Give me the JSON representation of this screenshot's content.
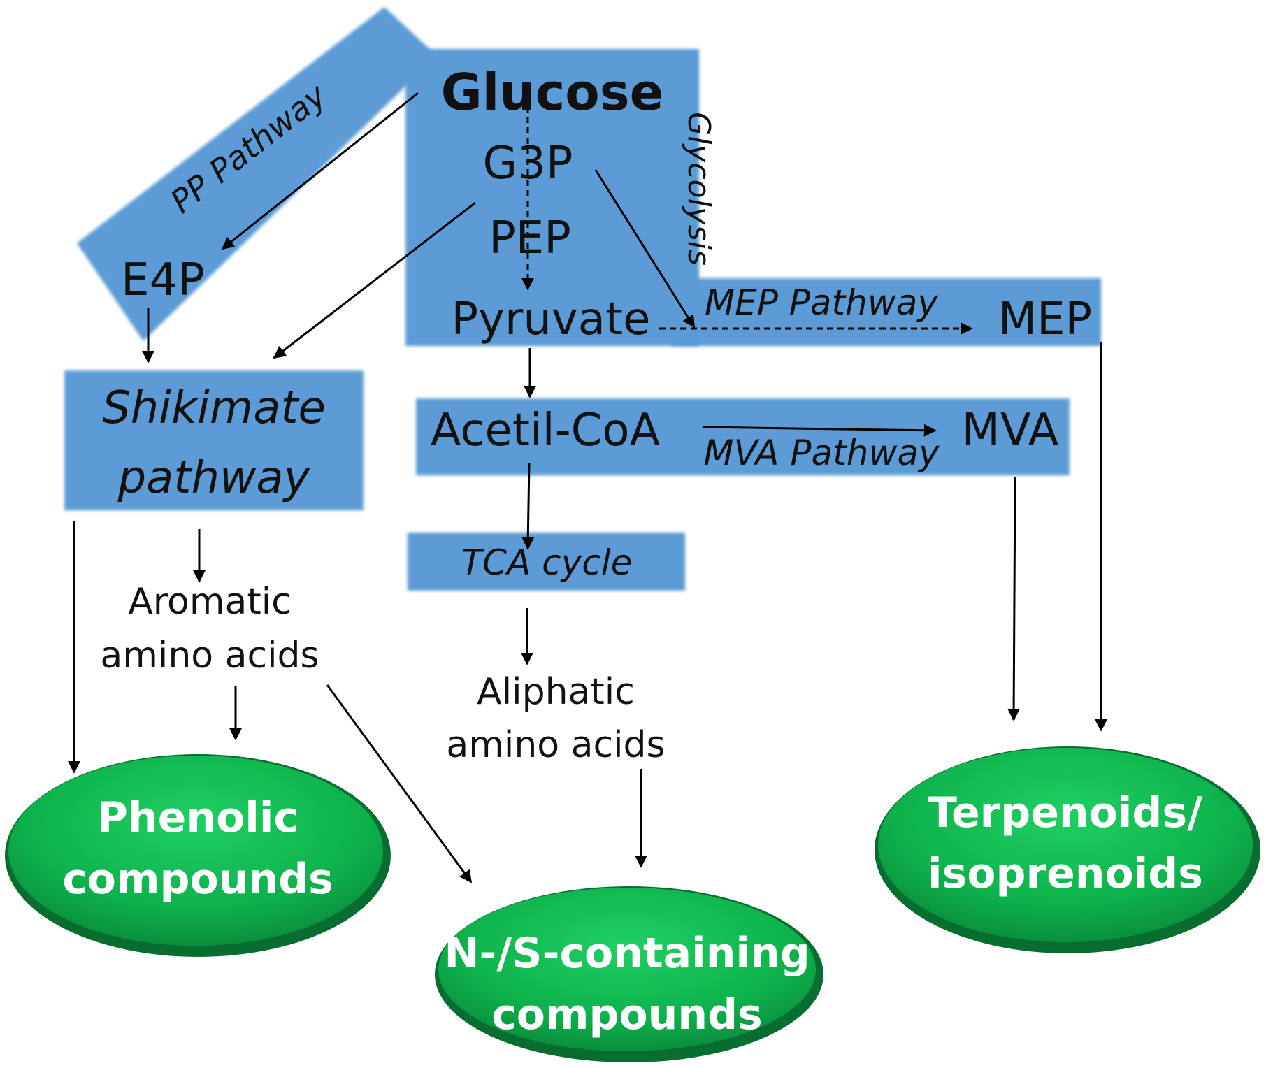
{
  "diagram": {
    "colors": {
      "pathway_block": "#5b9bd5",
      "product_ellipse": "#0db14b",
      "product_ellipse_edge": "#086e30",
      "arrow": "#000000"
    },
    "metabolites": {
      "glucose": "Glucose",
      "g3p": "G3P",
      "pep": "PEP",
      "pyruvate": "Pyruvate",
      "e4p": "E4P",
      "mep": "MEP",
      "acetyl_coa": "Acetil-CoA",
      "mva": "MVA"
    },
    "pathways": {
      "pp": "PP Pathway",
      "glycolysis": "Glycolysis",
      "mep": "MEP Pathway",
      "mva": "MVA Pathway",
      "shikimate_line1": "Shikimate",
      "shikimate_line2": "pathway",
      "tca": "TCA cycle"
    },
    "intermediates": {
      "aromatic_line1": "Aromatic",
      "aromatic_line2": "amino acids",
      "aliphatic_line1": "Aliphatic",
      "aliphatic_line2": "amino acids"
    },
    "products": {
      "phenolic_line1": "Phenolic",
      "phenolic_line2": "compounds",
      "ns_line1": "N-/S-containing",
      "ns_line2": "compounds",
      "terpenoid_line1": "Terpenoids/",
      "terpenoid_line2": "isoprenoids"
    }
  }
}
